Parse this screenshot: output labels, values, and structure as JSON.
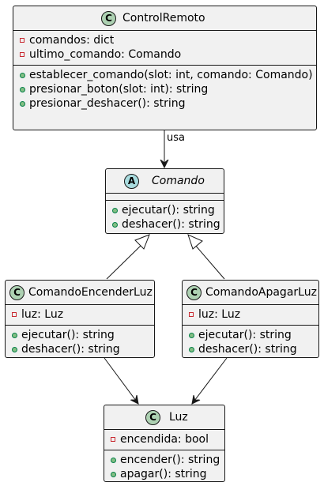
{
  "classes": {
    "control_remoto": {
      "kind": "class",
      "stereotype_letter": "C",
      "name": "ControlRemoto",
      "attributes": [
        {
          "visibility": "private",
          "text": "comandos: dict"
        },
        {
          "visibility": "private",
          "text": "ultimo_comando: Comando"
        }
      ],
      "methods": [
        {
          "visibility": "public",
          "text": "establecer_comando(slot: int, comando: Comando)"
        },
        {
          "visibility": "public",
          "text": "presionar_boton(slot: int): string"
        },
        {
          "visibility": "public",
          "text": "presionar_deshacer(): string"
        }
      ]
    },
    "comando": {
      "kind": "abstract",
      "stereotype_letter": "A",
      "name": "Comando",
      "attributes": [],
      "methods": [
        {
          "visibility": "public",
          "text": "ejecutar(): string"
        },
        {
          "visibility": "public",
          "text": "deshacer(): string"
        }
      ]
    },
    "comando_encender_luz": {
      "kind": "class",
      "stereotype_letter": "C",
      "name": "ComandoEncenderLuz",
      "attributes": [
        {
          "visibility": "private",
          "text": "luz: Luz"
        }
      ],
      "methods": [
        {
          "visibility": "public",
          "text": "ejecutar(): string"
        },
        {
          "visibility": "public",
          "text": "deshacer(): string"
        }
      ]
    },
    "comando_apagar_luz": {
      "kind": "class",
      "stereotype_letter": "C",
      "name": "ComandoApagarLuz",
      "attributes": [
        {
          "visibility": "private",
          "text": "luz: Luz"
        }
      ],
      "methods": [
        {
          "visibility": "public",
          "text": "ejecutar(): string"
        },
        {
          "visibility": "public",
          "text": "deshacer(): string"
        }
      ]
    },
    "luz": {
      "kind": "class",
      "stereotype_letter": "C",
      "name": "Luz",
      "attributes": [
        {
          "visibility": "private",
          "text": "encendida: bool"
        }
      ],
      "methods": [
        {
          "visibility": "public",
          "text": "encender(): string"
        },
        {
          "visibility": "public",
          "text": "apagar(): string"
        }
      ]
    }
  },
  "relations": [
    {
      "from": "ControlRemoto",
      "to": "Comando",
      "type": "association",
      "label": "usa"
    },
    {
      "from": "ComandoEncenderLuz",
      "to": "Comando",
      "type": "inheritance",
      "label": ""
    },
    {
      "from": "ComandoApagarLuz",
      "to": "Comando",
      "type": "inheritance",
      "label": ""
    },
    {
      "from": "ComandoEncenderLuz",
      "to": "Luz",
      "type": "association",
      "label": ""
    },
    {
      "from": "ComandoApagarLuz",
      "to": "Luz",
      "type": "association",
      "label": ""
    }
  ]
}
